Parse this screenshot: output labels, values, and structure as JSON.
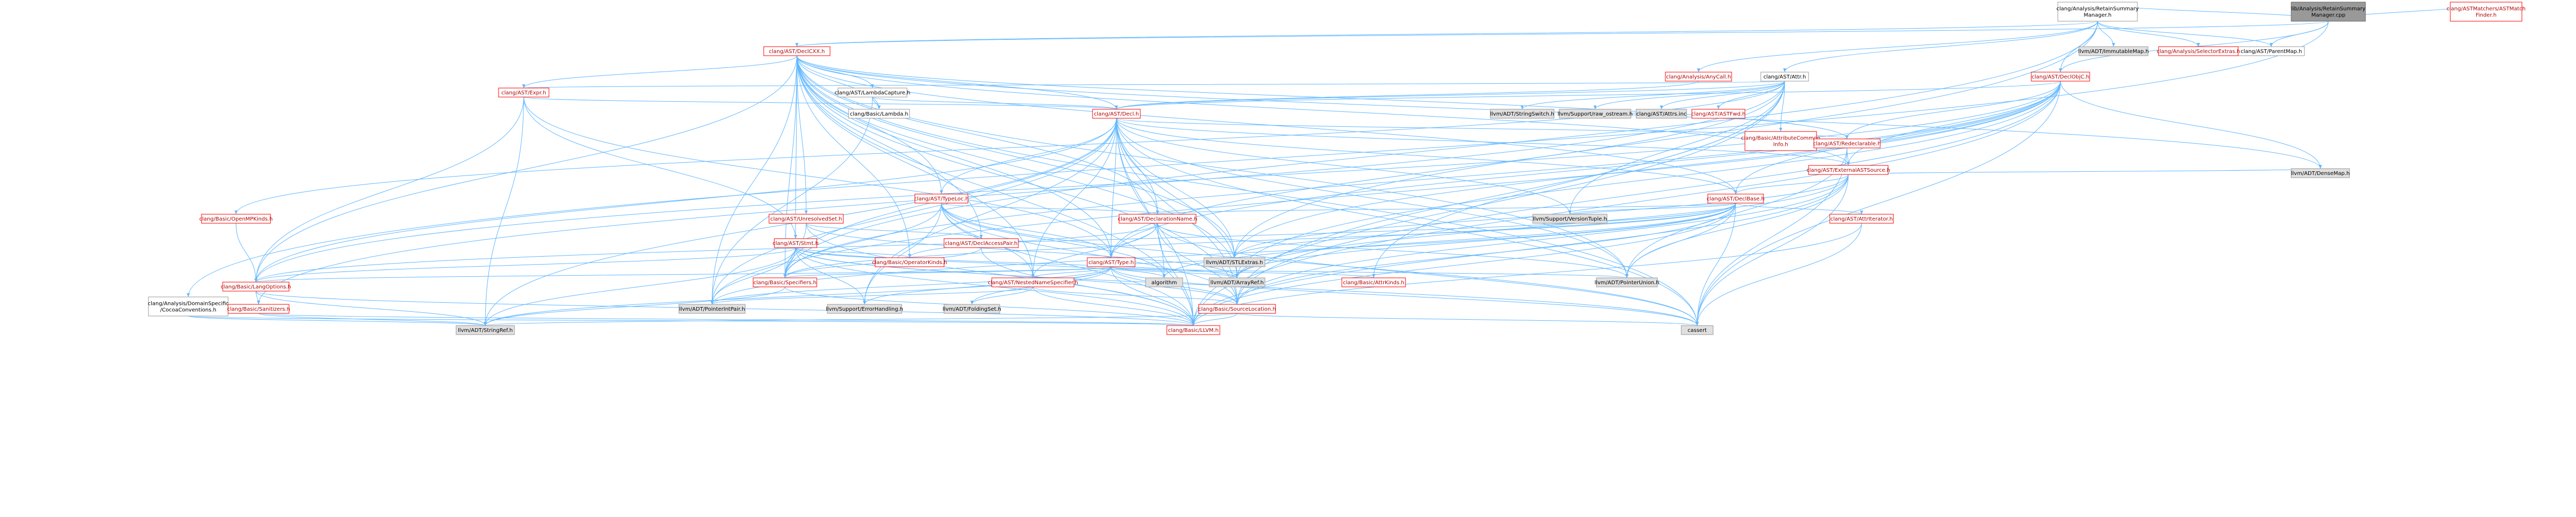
{
  "colors": {
    "root_fill": "#999999",
    "ref_text": "#b30000",
    "ref_border": "#ff0000",
    "ref_fill": "#ffffff",
    "plain_fill": "#e0e0e0",
    "plain_border": "#999999",
    "plain_text": "#000000",
    "edge": "#63b8ff"
  },
  "nodes": [
    {
      "id": "root",
      "lines": [
        "lib/Analysis/RetainSummary",
        "Manager.cpp"
      ],
      "kind": "root"
    },
    {
      "id": "rsm_h",
      "lines": [
        "clang/Analysis/RetainSummary",
        "Manager.h"
      ],
      "kind": "plain_white"
    },
    {
      "id": "matchfinder",
      "lines": [
        "clang/ASTMatchers/ASTMatch",
        "Finder.h"
      ],
      "kind": "ref"
    },
    {
      "id": "declcxx",
      "lines": [
        "clang/AST/DeclCXX.h"
      ],
      "kind": "ref"
    },
    {
      "id": "parentmap",
      "lines": [
        "clang/AST/ParentMap.h"
      ],
      "kind": "plain_white"
    },
    {
      "id": "immutablemap",
      "lines": [
        "llvm/ADT/ImmutableMap.h"
      ],
      "kind": "plain"
    },
    {
      "id": "selectorextras",
      "lines": [
        "clang/Analysis/SelectorExtras.h"
      ],
      "kind": "ref"
    },
    {
      "id": "declobjc",
      "lines": [
        "clang/AST/DeclObjC.h"
      ],
      "kind": "ref"
    },
    {
      "id": "anycall",
      "lines": [
        "clang/Analysis/AnyCall.h"
      ],
      "kind": "ref"
    },
    {
      "id": "attr",
      "lines": [
        "clang/AST/Attr.h"
      ],
      "kind": "plain_white"
    },
    {
      "id": "expr",
      "lines": [
        "clang/AST/Expr.h"
      ],
      "kind": "ref"
    },
    {
      "id": "lambdacapture",
      "lines": [
        "clang/AST/LambdaCapture.h"
      ],
      "kind": "plain_white"
    },
    {
      "id": "basiclambda",
      "lines": [
        "clang/Basic/Lambda.h"
      ],
      "kind": "plain_white"
    },
    {
      "id": "decl",
      "lines": [
        "clang/AST/Decl.h"
      ],
      "kind": "ref"
    },
    {
      "id": "stringswitch",
      "lines": [
        "llvm/ADT/StringSwitch.h"
      ],
      "kind": "plain"
    },
    {
      "id": "rawostream",
      "lines": [
        "llvm/Support/raw_ostream.h"
      ],
      "kind": "plain"
    },
    {
      "id": "attrsinc",
      "lines": [
        "clang/AST/Attrs.inc"
      ],
      "kind": "plain"
    },
    {
      "id": "astfwd",
      "lines": [
        "clang/AST/ASTFwd.h"
      ],
      "kind": "ref"
    },
    {
      "id": "attrcommon",
      "lines": [
        "clang/Basic/AttributeCommon",
        "Info.h"
      ],
      "kind": "ref"
    },
    {
      "id": "redeclarable",
      "lines": [
        "clang/AST/Redeclarable.h"
      ],
      "kind": "ref"
    },
    {
      "id": "extastsource",
      "lines": [
        "clang/AST/ExternalASTSource.h"
      ],
      "kind": "ref"
    },
    {
      "id": "densemap",
      "lines": [
        "llvm/ADT/DenseMap.h"
      ],
      "kind": "plain"
    },
    {
      "id": "typeloc",
      "lines": [
        "clang/AST/TypeLoc.h"
      ],
      "kind": "ref"
    },
    {
      "id": "declbase",
      "lines": [
        "clang/AST/DeclBase.h"
      ],
      "kind": "ref"
    },
    {
      "id": "unresolvedset",
      "lines": [
        "clang/AST/UnresolvedSet.h"
      ],
      "kind": "ref"
    },
    {
      "id": "versiontuple",
      "lines": [
        "llvm/Support/VersionTuple.h"
      ],
      "kind": "plain"
    },
    {
      "id": "declname",
      "lines": [
        "clang/AST/DeclarationName.h"
      ],
      "kind": "ref"
    },
    {
      "id": "attriterator",
      "lines": [
        "clang/AST/AttrIterator.h"
      ],
      "kind": "ref"
    },
    {
      "id": "openmpkinds",
      "lines": [
        "clang/Basic/OpenMPKinds.h"
      ],
      "kind": "ref"
    },
    {
      "id": "stmt",
      "lines": [
        "clang/AST/Stmt.h"
      ],
      "kind": "ref"
    },
    {
      "id": "dependentunresolved",
      "lines": [
        "clang/AST/DeclAccessPair.h"
      ],
      "kind": "ref"
    },
    {
      "id": "operatorkinds",
      "lines": [
        "clang/Basic/OperatorKinds.h"
      ],
      "kind": "ref"
    },
    {
      "id": "type",
      "lines": [
        "clang/AST/Type.h"
      ],
      "kind": "ref"
    },
    {
      "id": "stlextras",
      "lines": [
        "llvm/ADT/STLExtras.h"
      ],
      "kind": "plain"
    },
    {
      "id": "langopts",
      "lines": [
        "clang/Basic/LangOptions.h"
      ],
      "kind": "ref"
    },
    {
      "id": "specifiers",
      "lines": [
        "clang/Basic/Specifiers.h"
      ],
      "kind": "ref"
    },
    {
      "id": "nns",
      "lines": [
        "clang/AST/NestedNameSpecifier.h"
      ],
      "kind": "ref"
    },
    {
      "id": "algorithm",
      "lines": [
        "algorithm"
      ],
      "kind": "plain"
    },
    {
      "id": "arrayref",
      "lines": [
        "llvm/ADT/ArrayRef.h"
      ],
      "kind": "plain"
    },
    {
      "id": "attrkinds",
      "lines": [
        "clang/Basic/AttrKinds.h"
      ],
      "kind": "ref"
    },
    {
      "id": "pointerunion",
      "lines": [
        "llvm/ADT/PointerUnion.h"
      ],
      "kind": "plain"
    },
    {
      "id": "domainconv",
      "lines": [
        "clang/Analysis/DomainSpecific",
        "/CocoaConventions.h"
      ],
      "kind": "plain_white"
    },
    {
      "id": "sanitizers",
      "lines": [
        "clang/Basic/Sanitizers.h"
      ],
      "kind": "ref"
    },
    {
      "id": "pointerintpair",
      "lines": [
        "llvm/ADT/PointerIntPair.h"
      ],
      "kind": "plain"
    },
    {
      "id": "errorhandling",
      "lines": [
        "llvm/Support/ErrorHandling.h"
      ],
      "kind": "plain"
    },
    {
      "id": "foldingset",
      "lines": [
        "llvm/ADT/FoldingSet.h"
      ],
      "kind": "plain"
    },
    {
      "id": "sourceloc",
      "lines": [
        "clang/Basic/SourceLocation.h"
      ],
      "kind": "ref"
    },
    {
      "id": "stringref",
      "lines": [
        "llvm/ADT/StringRef.h"
      ],
      "kind": "plain"
    },
    {
      "id": "basicllvm",
      "lines": [
        "clang/Basic/LLVM.h"
      ],
      "kind": "ref"
    },
    {
      "id": "cassert",
      "lines": [
        "cassert"
      ],
      "kind": "plain"
    }
  ]
}
